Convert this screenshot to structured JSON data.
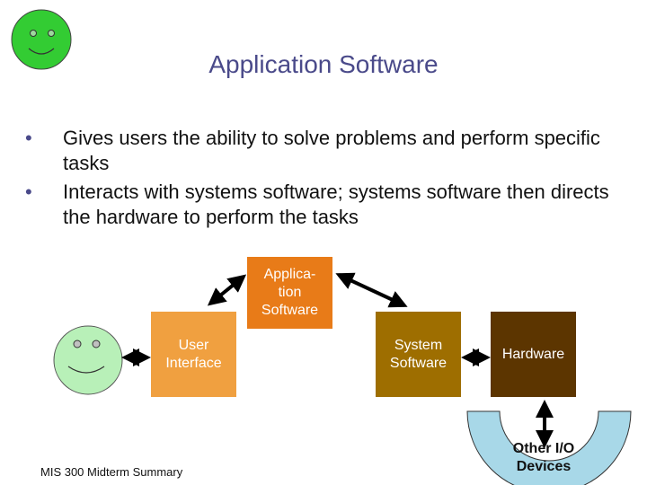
{
  "slide": {
    "title": "Application Software",
    "bullets": [
      "Gives users the ability to solve problems and perform specific tasks",
      "Interacts with systems software; systems software then directs the hardware to perform the tasks"
    ],
    "bullet_marker": "•",
    "footer": "MIS 300 Midterm Summary"
  },
  "diagram": {
    "application_box": "Applica-\ntion\nSoftware",
    "user_interface_box": "User\nInterface",
    "system_software_box": "System\nSoftware",
    "hardware_box": "Hardware",
    "other_io": "Other I/O\nDevices"
  },
  "colors": {
    "title": "#4a4a8a",
    "application": "#e87b18",
    "user_interface": "#f0a040",
    "system_software": "#9e6e00",
    "hardware": "#5c3500",
    "smiley_small": "#33cc33",
    "smiley_large": "#b8f0b8",
    "io_arc": "#a8d8e8"
  }
}
